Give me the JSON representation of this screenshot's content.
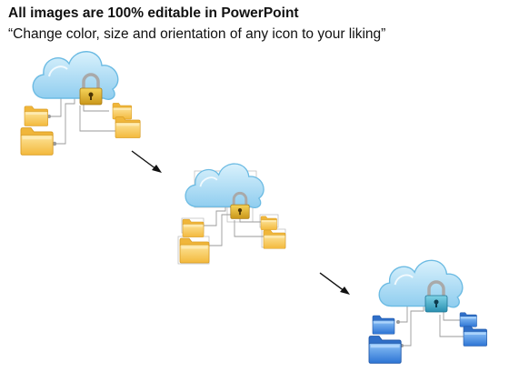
{
  "heading": "All images are 100% editable in PowerPoint",
  "subheading": "“Change color, size and orientation of any icon to your liking”",
  "icons": {
    "cloud": "cloud-icon",
    "padlock": "padlock-icon",
    "folder": "folder-icon",
    "arrow": "arrow-icon"
  },
  "colors": {
    "cloud_fill": "#9fd6f2",
    "cloud_stroke": "#5fb2de",
    "lock_gold": "#e4b420",
    "lock_teal": "#37a8c4",
    "folder_yellow": "#f6c75a",
    "folder_blue": "#3f86dd",
    "connector": "#9a9a9a",
    "arrow": "#111111"
  },
  "stages": [
    {
      "folder_color": "yellow",
      "lock_color": "gold",
      "selected": false
    },
    {
      "folder_color": "yellow",
      "lock_color": "gold",
      "selected": true
    },
    {
      "folder_color": "blue",
      "lock_color": "teal",
      "selected": false
    }
  ]
}
